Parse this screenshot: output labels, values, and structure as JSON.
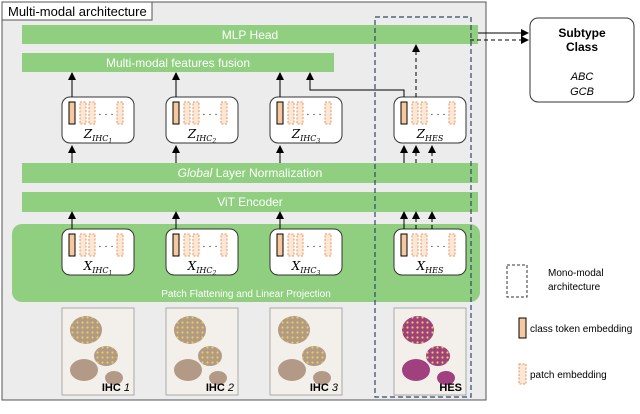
{
  "frame_title": "Multi-modal architecture",
  "layers": {
    "mlp_head": "MLP Head",
    "fusion": "Multi-modal features fusion",
    "norm_italic": "Global",
    "norm_rest": " Layer Normalization",
    "vit": "ViT Encoder",
    "patch": "Patch Flattening and Linear Projection"
  },
  "output": {
    "title1": "Subtype",
    "title2": "Class",
    "class1": "ABC",
    "class2": "GCB"
  },
  "z_nodes": [
    {
      "main": "Z",
      "sub": "IHC",
      "subsub": "1"
    },
    {
      "main": "Z",
      "sub": "IHC",
      "subsub": "2"
    },
    {
      "main": "Z",
      "sub": "IHC",
      "subsub": "3"
    },
    {
      "main": "Z",
      "sub": "HES",
      "subsub": ""
    }
  ],
  "x_nodes": [
    {
      "main": "X",
      "sub": "IHC",
      "subsub": "1"
    },
    {
      "main": "X",
      "sub": "IHC",
      "subsub": "2"
    },
    {
      "main": "X",
      "sub": "IHC",
      "subsub": "3"
    },
    {
      "main": "X",
      "sub": "HES",
      "subsub": ""
    }
  ],
  "ellipsis": "· · ·",
  "image_labels": [
    {
      "bold": "IHC ",
      "italic": "1"
    },
    {
      "bold": "IHC ",
      "italic": "2"
    },
    {
      "bold": "IHC ",
      "italic": "3"
    },
    {
      "bold": "HES",
      "italic": ""
    }
  ],
  "legend": {
    "mono1": "Mono-modal",
    "mono2": "architecture",
    "class_token": "class token embedding",
    "patch_emb": "patch embedding"
  },
  "colors": {
    "green": "#8fcf7f",
    "frame": "#ececec",
    "class_token": "#f7c79e",
    "patch_fill": "#fbe7d6",
    "patch_stroke": "#e9935a",
    "ihc_tissue": "#b39a87",
    "hes_tissue": "#a0407f",
    "dot": "#e5d14d"
  }
}
